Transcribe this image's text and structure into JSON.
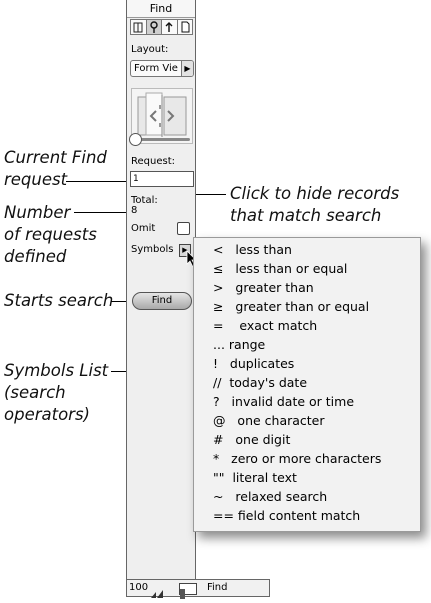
{
  "panel": {
    "title": "Find",
    "tools": [
      "browse-tool",
      "find-tool",
      "layout-tool",
      "preview-tool"
    ],
    "layout_label": "Layout:",
    "layout_value": "Form Vie",
    "request_label": "Request:",
    "request_value": "1",
    "total_label": "Total:",
    "total_value": "8",
    "omit_label": "Omit",
    "symbols_label": "Symbols",
    "find_button": "Find"
  },
  "bottom_bar": {
    "zoom": "100",
    "mode": "Find"
  },
  "callouts": {
    "current_find_request": "Current Find\nrequest",
    "number_of_requests": "Number\nof requests\ndefined",
    "starts_search": "Starts search",
    "symbols_list": "Symbols List\n(search\noperators)",
    "click_to_hide": "Click to hide records\nthat match search"
  },
  "symbols_menu": [
    "<   less than",
    "≤   less than or equal",
    ">   greater than",
    "≥   greater than or equal",
    "=    exact match",
    "... range",
    "!   duplicates",
    "//  today's date",
    "?   invalid date or time",
    "@   one character",
    "#   one digit",
    "*   zero or more characters",
    "\"\"  literal text",
    "~   relaxed search",
    "== field content match"
  ],
  "colors": {
    "panel_bg": "#efefef",
    "menu_bg": "#f2f2f2",
    "text": "#000000"
  }
}
